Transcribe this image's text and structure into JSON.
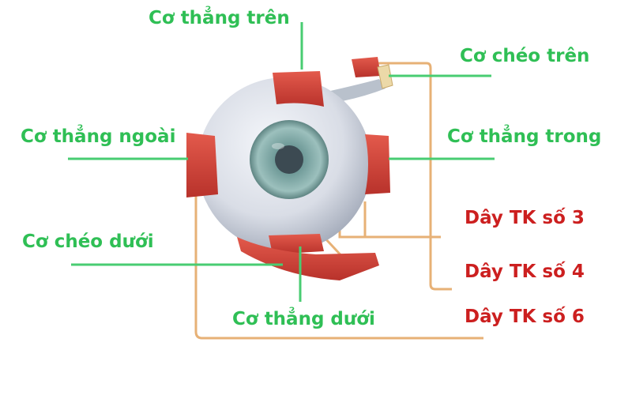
{
  "colors": {
    "muscle_label": "#2fbf55",
    "nerve_label": "#cc1f1f",
    "leader_line": "#48cc72",
    "nerve_line": "#e7b176",
    "sclera": "#d9dde6",
    "muscle_fill": "#d8473d",
    "iris": "#8fb3b0",
    "pupil": "#3c4a52"
  },
  "labels": {
    "superior_rectus": "Cơ thẳng trên",
    "superior_oblique": "Cơ chéo trên",
    "lateral_rectus": "Cơ thẳng ngoài",
    "medial_rectus": "Cơ thẳng trong",
    "inferior_oblique": "Cơ chéo dưới",
    "inferior_rectus": "Cơ thẳng dưới",
    "nerve_3": "Dây TK số 3",
    "nerve_4": "Dây TK số 4",
    "nerve_6": "Dây TK số 6"
  }
}
